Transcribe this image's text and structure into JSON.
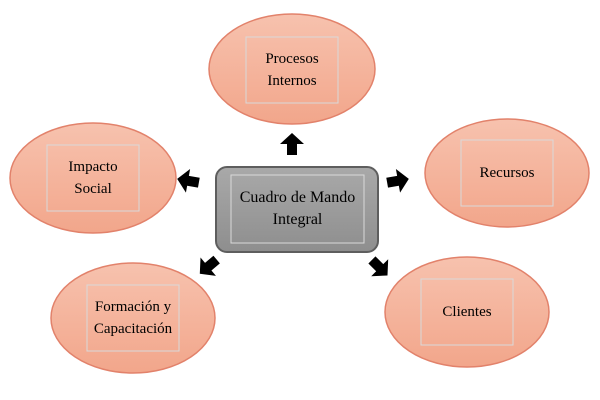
{
  "diagram": {
    "center": {
      "line1": "Cuadro de Mando",
      "line2": "Integral"
    },
    "nodes": [
      {
        "id": "procesos",
        "line1": "Procesos",
        "line2": "Internos"
      },
      {
        "id": "recursos",
        "line1": "Recursos",
        "line2": ""
      },
      {
        "id": "clientes",
        "line1": "Clientes",
        "line2": ""
      },
      {
        "id": "formacion",
        "line1": "Formación y",
        "line2": "Capacitación"
      },
      {
        "id": "impacto",
        "line1": "Impacto",
        "line2": "Social"
      }
    ]
  },
  "colors": {
    "ellipse_fill": "#F4B29A",
    "ellipse_stroke": "#E2826B",
    "center_fill": "#9C9C9C",
    "center_stroke": "#5E5E5E",
    "inner_box_stroke": "#D9D9D9",
    "arrow": "#000000"
  }
}
